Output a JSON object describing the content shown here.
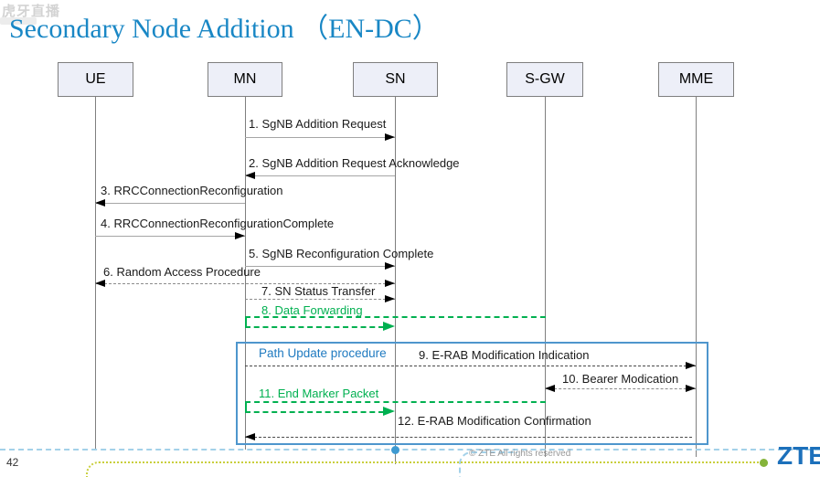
{
  "watermark": "虎牙直播",
  "title": "Secondary Node Addition （EN-DC）",
  "actors": [
    {
      "label": "UE"
    },
    {
      "label": "MN"
    },
    {
      "label": "SN"
    },
    {
      "label": "S-GW"
    },
    {
      "label": "MME"
    }
  ],
  "messages": [
    {
      "label": "1. SgNB Addition Request",
      "from": "MN",
      "to": "SN",
      "style": "solid"
    },
    {
      "label": "2. SgNB Addition Request Acknowledge",
      "from": "SN",
      "to": "MN",
      "style": "solid"
    },
    {
      "label": "3. RRCConnectionReconfiguration",
      "from": "MN",
      "to": "UE",
      "style": "solid"
    },
    {
      "label": "4. RRCConnectionReconfigurationComplete",
      "from": "UE",
      "to": "MN",
      "style": "solid"
    },
    {
      "label": "5. SgNB Reconfiguration Complete",
      "from": "MN",
      "to": "SN",
      "style": "solid"
    },
    {
      "label": "6. Random Access Procedure",
      "from": "UE",
      "to": "SN",
      "style": "dashed-bidirectional"
    },
    {
      "label": "7. SN Status Transfer",
      "from": "MN",
      "to": "SN",
      "style": "dashed"
    },
    {
      "label": "8. Data Forwarding",
      "from": "S-GW via MN",
      "to": "SN",
      "style": "green-dashed"
    },
    {
      "label": "9. E-RAB  Modification Indication",
      "from": "MN",
      "to": "MME",
      "style": "dashed"
    },
    {
      "label": "10. Bearer Modication",
      "from": "S-GW",
      "to": "MME",
      "style": "dashed-bidirectional"
    },
    {
      "label": "11. End Marker Packet",
      "from": "S-GW via MN",
      "to": "SN",
      "style": "green-dashed"
    },
    {
      "label": "12. E-RAB Modification Confirmation",
      "from": "MME",
      "to": "MN",
      "style": "dashed"
    }
  ],
  "path_box_label": "Path Update procedure",
  "footer": {
    "page_number": "42",
    "copyright": "© ZTE All rights reserved",
    "logo": "ZTE"
  },
  "colors": {
    "title": "#1987c5",
    "accent_green": "#00b050",
    "path_box_border": "#4e96cd",
    "logo_blue": "#1c70bb",
    "actor_fill": "#edeff8"
  }
}
